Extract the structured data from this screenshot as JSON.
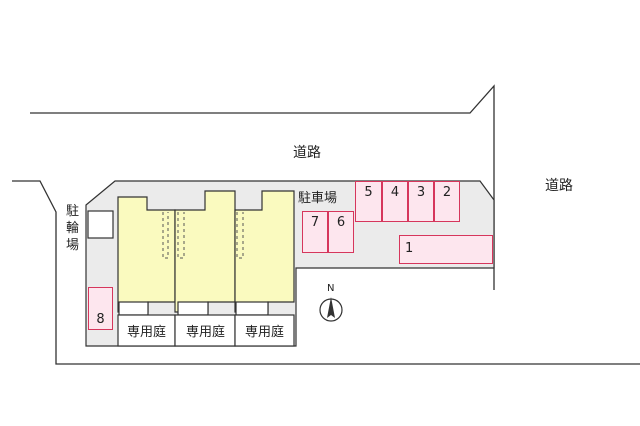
{
  "road_top": "道路",
  "road_right": "道路",
  "bicycle_parking": [
    "駐",
    "輪",
    "場"
  ],
  "parking_lot": "駐車場",
  "parking_spaces": [
    "1",
    "2",
    "3",
    "4",
    "5",
    "6",
    "7",
    "8"
  ],
  "private_garden": "専用庭",
  "north": "N",
  "colors": {
    "building_fill": "#fafabf",
    "site_fill": "#ebebeb",
    "space_fill": "#fde6ee",
    "space_border": "#d6365c",
    "line": "#333333"
  }
}
